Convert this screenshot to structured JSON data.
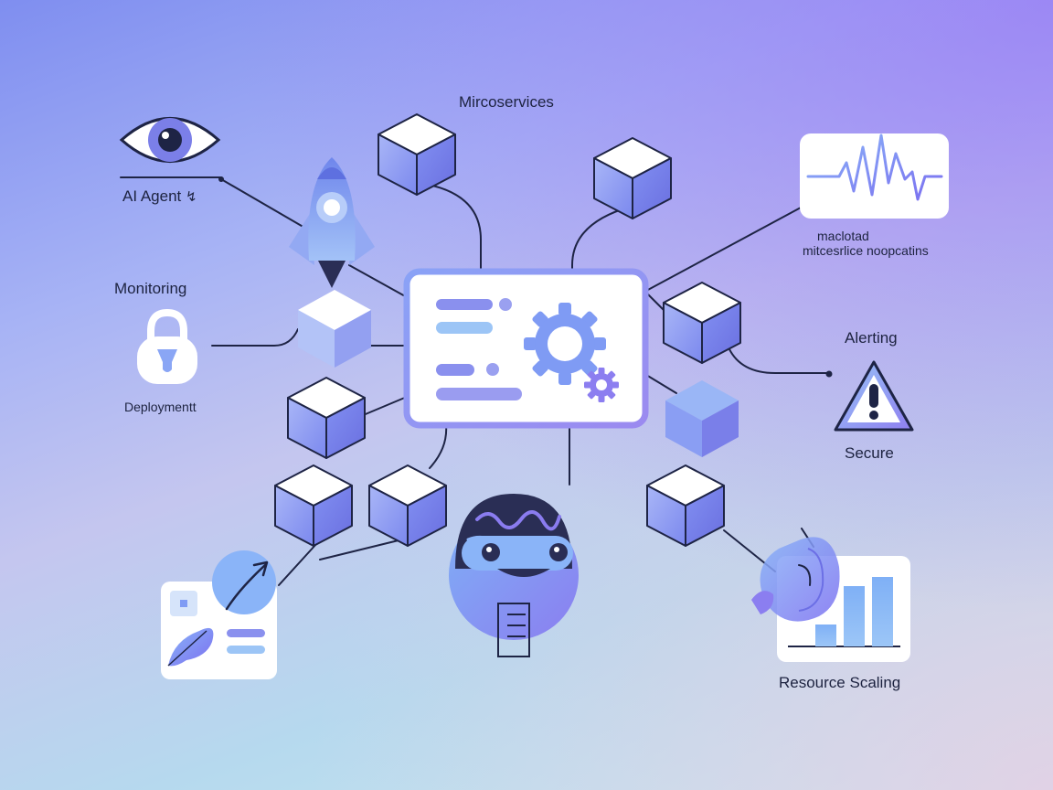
{
  "labels": {
    "microservices": "Mircoservices",
    "ai_agent": "AI Agent",
    "ai_agent_glyph": "↯",
    "monitoring": "Monitoring",
    "deployment": "Deploymentt",
    "chart_caption_line1": "maclotad",
    "chart_caption_line2": "mitcesrlice noopcatins",
    "alerting": "Alerting",
    "secure": "Secure",
    "resource_scaling": "Resource Scaling"
  },
  "colors": {
    "line": "#1e2445",
    "cube_top": "#ffffff",
    "cube_front": "#8c9cf3",
    "cube_side": "#6f79e6",
    "accent_blue": "#8ab4f8",
    "accent_purple": "#8a7cf0",
    "robot_dark": "#2a2e55"
  }
}
